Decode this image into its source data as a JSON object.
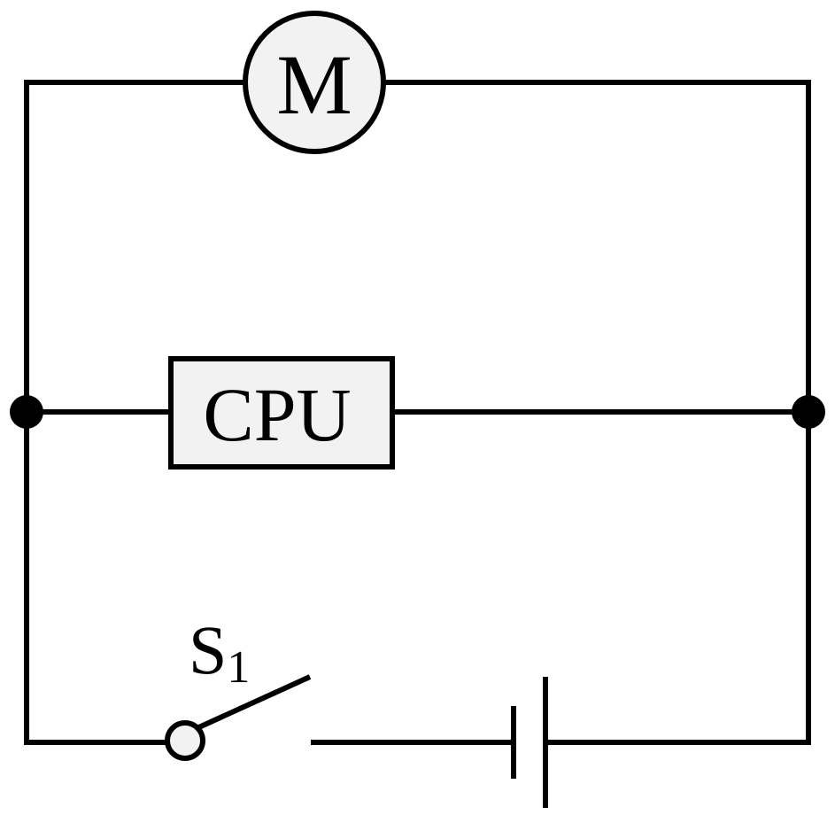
{
  "diagram": {
    "motor": {
      "label": "M"
    },
    "processor": {
      "label": "CPU"
    },
    "switch": {
      "label": "S",
      "subscript": "1"
    }
  },
  "colors": {
    "line": "#000000",
    "component_fill": "#f2f2f2",
    "background": "#ffffff"
  }
}
